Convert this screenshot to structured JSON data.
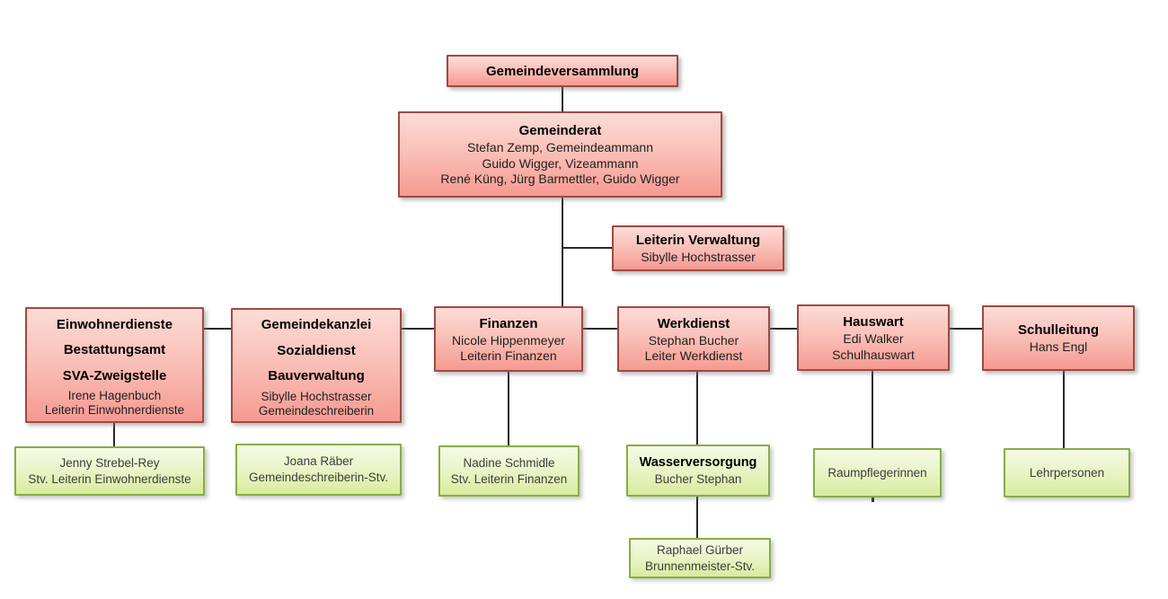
{
  "org_chart": {
    "background_color": "#ffffff",
    "node_colors": {
      "pink_top": "#fcdcd7",
      "pink_bottom": "#f59a91",
      "pink_border": "#9e4a42",
      "green_top": "#f5fae6",
      "green_bottom": "#d8ec9e",
      "green_border": "#85af41",
      "connector": "#282828"
    },
    "nodes": {
      "gemeindeversammlung": {
        "title": "Gemeindeversammlung"
      },
      "gemeinderat": {
        "title": "Gemeinderat",
        "members": [
          "Stefan Zemp, Gemeindeammann",
          "Guido Wigger, Vizeammann",
          "René Küng, Jürg Barmettler, Guido Wigger"
        ]
      },
      "leiterin_verwaltung": {
        "title": "Leiterin Verwaltung",
        "members": [
          "Sibylle Hochstrasser"
        ]
      },
      "einwohnerdienste": {
        "titles": [
          "Einwohnerdienste",
          "Bestattungsamt",
          "SVA-Zweigstelle"
        ],
        "members": [
          "Irene Hagenbuch",
          "Leiterin Einwohnerdienste"
        ]
      },
      "gemeindekanzlei": {
        "titles": [
          "Gemeindekanzlei",
          "Sozialdienst",
          "Bauverwaltung"
        ],
        "members": [
          "Sibylle Hochstrasser",
          "Gemeindeschreiberin"
        ]
      },
      "finanzen": {
        "title": "Finanzen",
        "members": [
          "Nicole Hippenmeyer",
          "Leiterin Finanzen"
        ]
      },
      "werkdienst": {
        "title": "Werkdienst",
        "members": [
          "Stephan Bucher",
          "Leiter Werkdienst"
        ]
      },
      "hauswart": {
        "title": "Hauswart",
        "members": [
          "Edi Walker",
          "Schulhauswart"
        ]
      },
      "schulleitung": {
        "title": "Schulleitung",
        "members": [
          "Hans Engl"
        ]
      },
      "stv_einwohnerdienste": {
        "members": [
          "Jenny Strebel-Rey",
          "Stv. Leiterin Einwohnerdienste"
        ]
      },
      "stv_gemeindeschreiberin": {
        "members": [
          "Joana Räber",
          "Gemeindeschreiberin-Stv."
        ]
      },
      "stv_finanzen": {
        "members": [
          "Nadine Schmidle",
          "Stv. Leiterin Finanzen"
        ]
      },
      "wasserversorgung": {
        "title": "Wasserversorgung",
        "members": [
          "Bucher Stephan"
        ]
      },
      "raumpflegerinnen": {
        "members": [
          "Raumpflegerinnen"
        ]
      },
      "lehrpersonen": {
        "members": [
          "Lehrpersonen"
        ]
      },
      "brunnenmeister_stv": {
        "members": [
          "Raphael Gürber",
          "Brunnenmeister-Stv."
        ]
      }
    }
  }
}
